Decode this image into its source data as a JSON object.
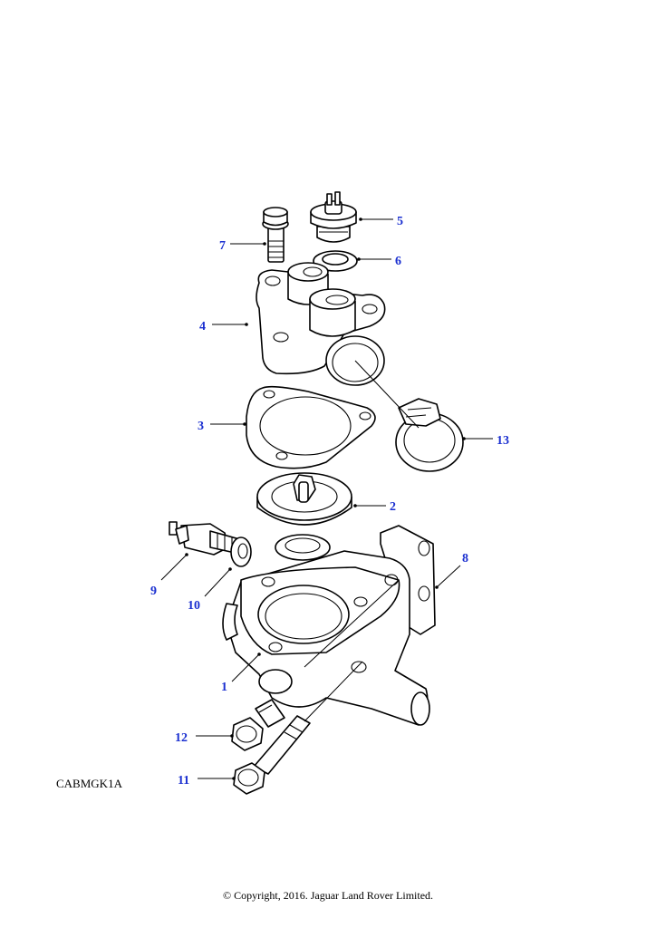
{
  "diagram": {
    "figure_code": "CABMGK1A",
    "copyright": "© Copyright, 2016. Jaguar Land Rover Limited.",
    "callouts": [
      "1",
      "2",
      "3",
      "4",
      "5",
      "6",
      "7",
      "8",
      "9",
      "10",
      "11",
      "12",
      "13"
    ]
  }
}
